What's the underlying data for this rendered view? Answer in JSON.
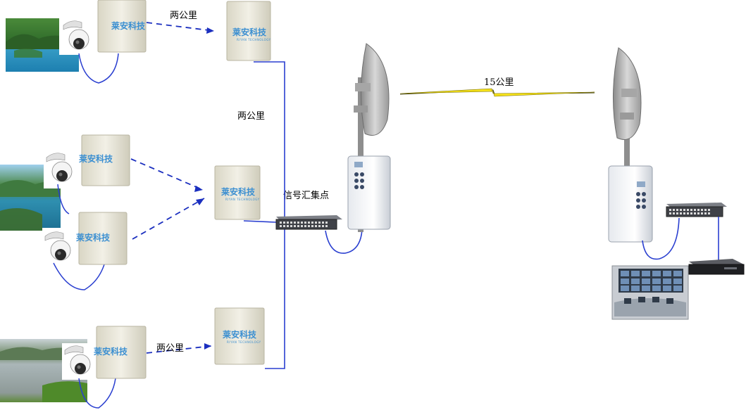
{
  "labels": {
    "dist_top": "两公里",
    "dist_mid": "两公里",
    "dist_bottom": "两公里",
    "dist_backhaul": "15公里",
    "aggregation_point": "信号汇集点"
  },
  "brand": {
    "name_a": "莱安科技",
    "name_b": "莱安科技",
    "sub": "RIYAN TECHNOLOGY"
  },
  "colors": {
    "dashed_link": "#1b2fbf",
    "cable": "#2a3fd0",
    "backhaul": "#e8e020",
    "panel": "#ece9da",
    "brand": "#3b8fd1"
  },
  "icons": [
    "camera-icon",
    "antenna-panel-icon",
    "switch-icon",
    "dish-antenna-icon",
    "bridge-unit-icon",
    "dvr-icon",
    "control-room-icon"
  ]
}
